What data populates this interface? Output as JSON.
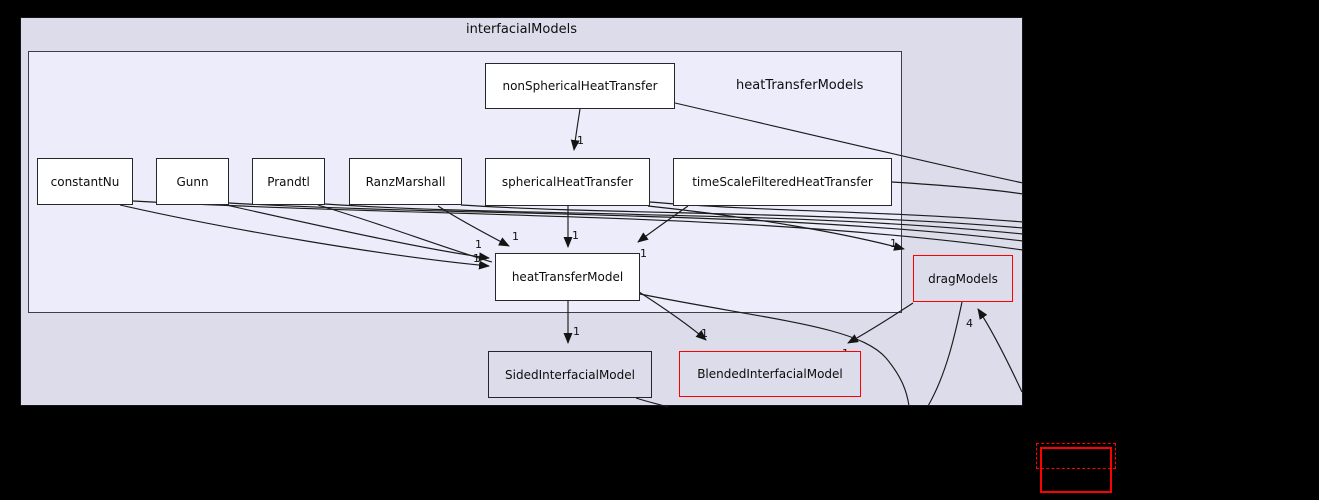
{
  "diagram": {
    "type": "doxygen-directory-dependency-graph",
    "outer_cluster": {
      "label": "interfacialModels"
    },
    "inner_cluster": {
      "label": "heatTransferModels"
    },
    "nodes": {
      "nonSphericalHeatTransfer": {
        "label": "nonSphericalHeatTransfer"
      },
      "constantNu": {
        "label": "constantNu"
      },
      "Gunn": {
        "label": "Gunn"
      },
      "Prandtl": {
        "label": "Prandtl"
      },
      "RanzMarshall": {
        "label": "RanzMarshall"
      },
      "sphericalHeatTransfer": {
        "label": "sphericalHeatTransfer"
      },
      "timeScaleFilteredHeatTransfer": {
        "label": "timeScaleFilteredHeatTransfer"
      },
      "heatTransferModel": {
        "label": "heatTransferModel"
      },
      "dragModels": {
        "label": "dragModels"
      },
      "SidedInterfacialModel": {
        "label": "SidedInterfacialModel"
      },
      "BlendedInterfacialModel": {
        "label": "BlendedInterfacialModel"
      }
    },
    "edge_labels": [
      {
        "text": "1"
      },
      {
        "text": "1"
      },
      {
        "text": "1"
      },
      {
        "text": "1"
      },
      {
        "text": "1"
      },
      {
        "text": "1"
      },
      {
        "text": "1"
      },
      {
        "text": "1"
      },
      {
        "text": "1"
      },
      {
        "text": "1"
      },
      {
        "text": "4"
      }
    ],
    "colors": {
      "page_background": "#000000",
      "outer_cluster_fill": "#dcdcea",
      "inner_cluster_fill": "#ececfa",
      "node_fill": "#ffffff",
      "shaded_node_fill": "#dcdcea",
      "edge": "#1b1b1b",
      "highlight_border": "#ff0000"
    }
  }
}
